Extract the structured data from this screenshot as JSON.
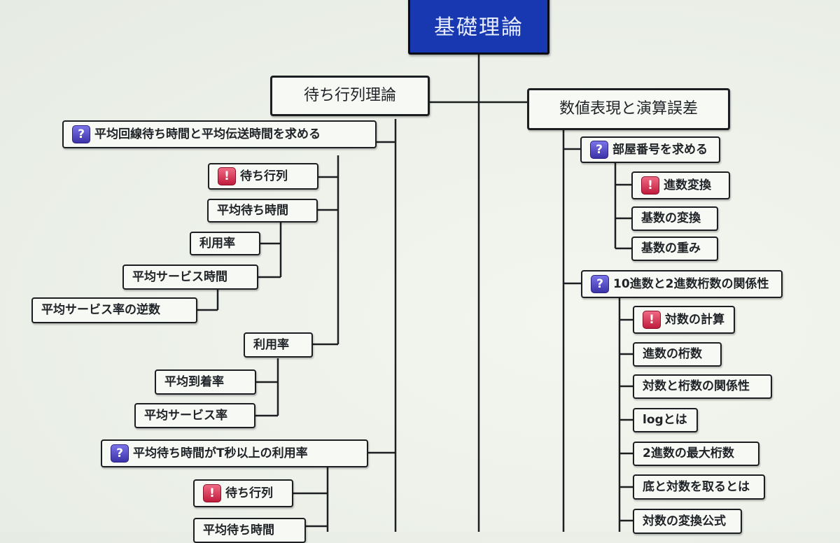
{
  "root": {
    "label": "基礎理論"
  },
  "left_branch": {
    "title": "待ち行列理論",
    "q1": {
      "label": "平均回線待ち時間と平均伝送時間を求める",
      "icon": "question-icon"
    },
    "q1_children": {
      "wait_queue": "待ち行列",
      "avg_wait": "平均待ち時間",
      "util_a": "利用率",
      "avg_service_time": "平均サービス時間",
      "inverse_service_rate": "平均サービス率の逆数",
      "util_b": "利用率",
      "avg_arrival": "平均到着率",
      "avg_service_rate": "平均サービス率"
    },
    "q2": {
      "label": "平均待ち時間がT秒以上の利用率",
      "icon": "question-icon"
    },
    "q2_children": {
      "wait_queue": "待ち行列",
      "avg_wait": "平均待ち時間"
    }
  },
  "right_branch": {
    "title": "数値表現と演算誤差",
    "q1": {
      "label": "部屋番号を求める",
      "icon": "question-icon"
    },
    "q1_children": [
      "進数変換",
      "基数の変換",
      "基数の重み"
    ],
    "q2": {
      "label": "10進数と2進数桁数の関係性",
      "icon": "question-icon"
    },
    "q2_children": [
      "対数の計算",
      "進数の桁数",
      "対数と桁数の関係性",
      "logとは",
      "2進数の最大桁数",
      "底と対数を取るとは",
      "対数の変換公式"
    ]
  },
  "icons": {
    "question": "?",
    "important": "!"
  },
  "colors": {
    "root_fill": "#1738b0",
    "question_icon": "#5a50c8",
    "important_icon": "#d02a4a",
    "line": "#1c1f22"
  }
}
